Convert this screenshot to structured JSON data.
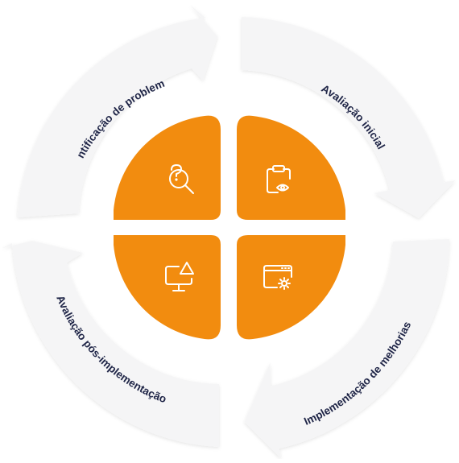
{
  "colors": {
    "accent": "#F28C0F",
    "arrow_fill": "#F5F5F6",
    "arrow_shadow": "#E4E4E7",
    "label_text": "#1F2547",
    "icon_stroke": "#FFFFFF"
  },
  "cycle": {
    "steps": [
      {
        "label": "Identificação de problemas",
        "icon": "question-magnifier-icon"
      },
      {
        "label": "Avaliação inicial",
        "icon": "clipboard-eye-icon"
      },
      {
        "label": "Implementação de melhorias",
        "icon": "browser-gear-icon"
      },
      {
        "label": "Avaliação pós-implementação",
        "icon": "monitor-warning-icon"
      }
    ]
  }
}
